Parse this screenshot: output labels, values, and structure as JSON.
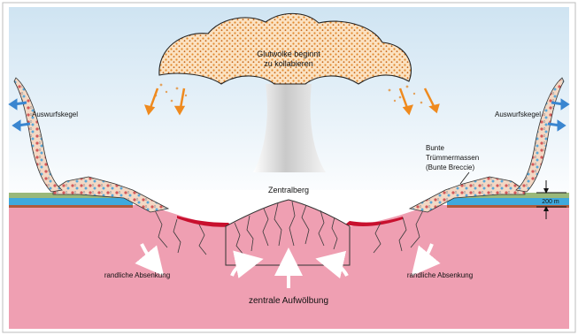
{
  "diagram": {
    "labels": {
      "cloud_line1": "Glutwolke beginnt",
      "cloud_line2": "zu kollabieren",
      "ejecta_left": "Auswurfskegel",
      "ejecta_right": "Auswurfskegel",
      "breccia_line1": "Bunte",
      "breccia_line2": "Trümmermassen",
      "breccia_line3": "(Bunte Breccie)",
      "central_peak": "Zentralberg",
      "thickness": "200 m",
      "subsidence_left": "randliche Absenkung",
      "subsidence_right": "randliche Absenkung",
      "central_uplift": "zentrale Aufwölbung"
    },
    "colors": {
      "sky_top": "#cfe4f2",
      "sky_bottom": "#ffffff",
      "basement": "#ef9fb2",
      "water_layer": "#3fa9dd",
      "sediment_band": "#b05a3c",
      "melt": "#c8102e",
      "cloud_particles": "#f0a040",
      "arrows_orange": "#ef8a1e",
      "arrows_blue": "#3a86d0"
    }
  }
}
